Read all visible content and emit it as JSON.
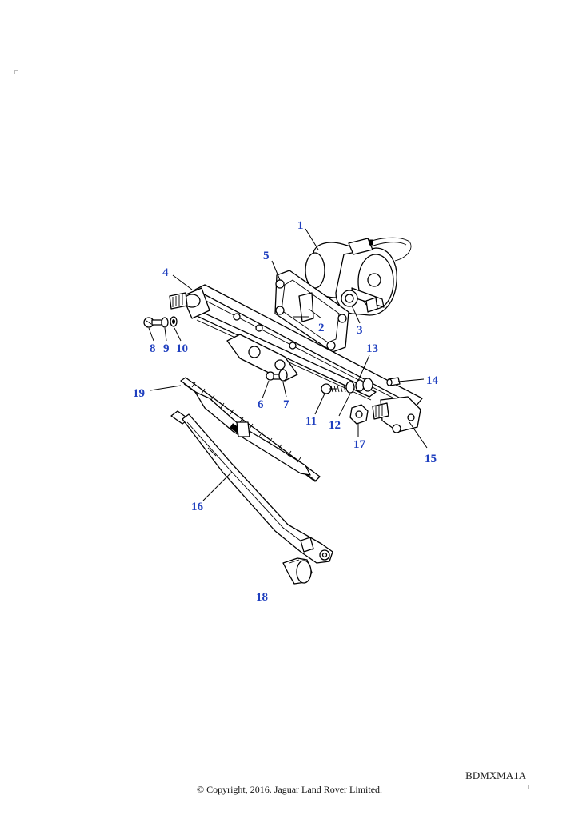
{
  "diagram": {
    "callouts": [
      "1",
      "2",
      "3",
      "4",
      "5",
      "6",
      "7",
      "8",
      "9",
      "10",
      "11",
      "12",
      "13",
      "14",
      "15",
      "16",
      "17",
      "18",
      "19"
    ]
  },
  "footer": {
    "reference_code": "BDMXMA1A",
    "copyright": "© Copyright, 2016. Jaguar Land Rover Limited."
  },
  "colors": {
    "callout": "#1f3fbf",
    "line": "#000000",
    "background": "#ffffff"
  }
}
